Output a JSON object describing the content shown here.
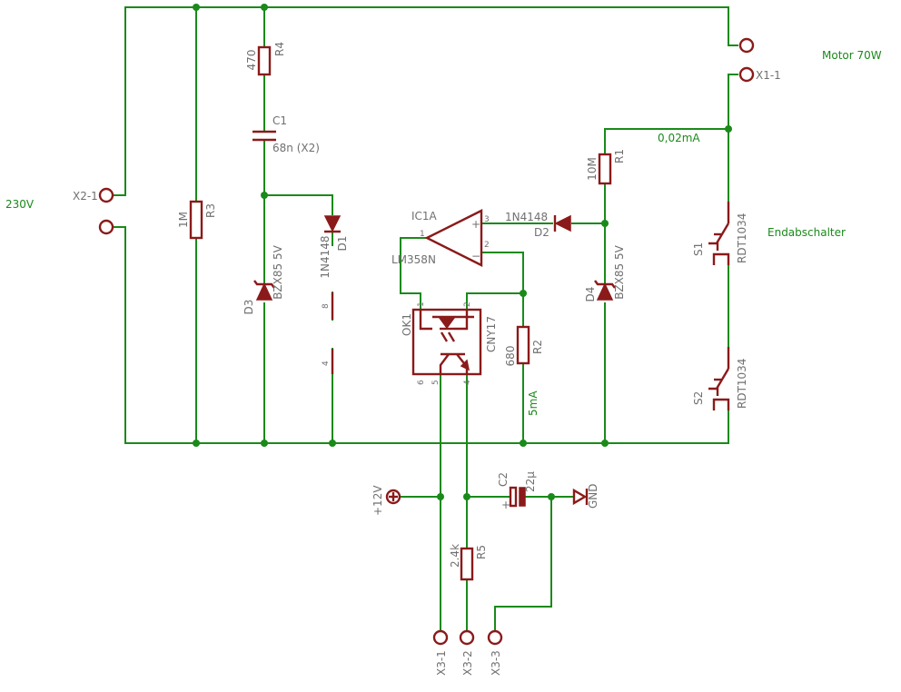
{
  "annotations": {
    "mains": "230V",
    "motor": "Motor 70W",
    "end_switch": "Endabschalter",
    "current_r1": "0,02mA",
    "current_r2": "5mA"
  },
  "components": {
    "r4": {
      "name": "R4",
      "value": "470"
    },
    "c1": {
      "name": "C1",
      "value": "68n (X2)"
    },
    "r3": {
      "name": "R3",
      "value": "1M"
    },
    "d3": {
      "name": "D3",
      "value": "BZX85 5V"
    },
    "d1": {
      "name": "D1",
      "value": "1N4148"
    },
    "ic1a": {
      "name": "IC1A",
      "value": "LM358N",
      "pin1": "1",
      "pin2": "2",
      "pin3": "3",
      "pin4": "4",
      "pin8": "8",
      "plus": "+",
      "minus": "−"
    },
    "d2": {
      "name": "D2",
      "value": "1N4148"
    },
    "r1": {
      "name": "R1",
      "value": "10M"
    },
    "d4": {
      "name": "D4",
      "value": "BZX85 5V"
    },
    "ok1": {
      "name": "OK1",
      "value": "CNY17",
      "pin1": "1",
      "pin2": "2",
      "pin4": "4",
      "pin5": "5",
      "pin6": "6"
    },
    "r2": {
      "name": "R2",
      "value": "680"
    },
    "s1": {
      "name": "S1",
      "value": "RDT1034"
    },
    "s2": {
      "name": "S2",
      "value": "RDT1034"
    },
    "c2": {
      "name": "C2",
      "value": "22µ",
      "plus": "+"
    },
    "r5": {
      "name": "R5",
      "value": "2.4k"
    }
  },
  "connectors": {
    "x2_1": "X2-1",
    "x1_1": "X1-1",
    "x3_1": "X3-1",
    "x3_2": "X3-2",
    "x3_3": "X3-3"
  },
  "supply": {
    "vcc": "+12V",
    "gnd": "GND"
  }
}
